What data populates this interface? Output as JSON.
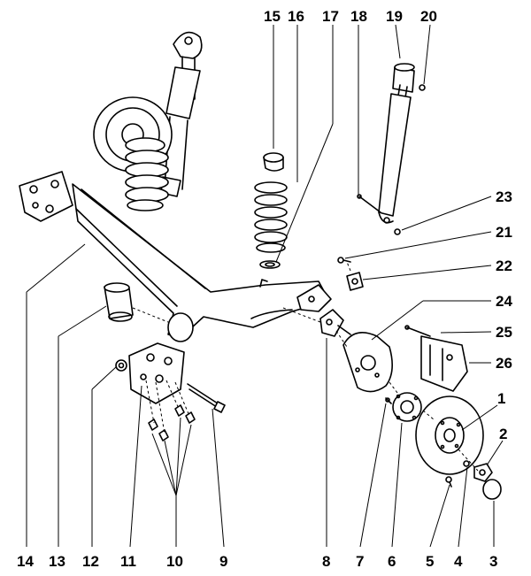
{
  "diagram": {
    "labels": [
      {
        "id": "1",
        "text": "1"
      },
      {
        "id": "2",
        "text": "2"
      },
      {
        "id": "3",
        "text": "3"
      },
      {
        "id": "4",
        "text": "4"
      },
      {
        "id": "5",
        "text": "5"
      },
      {
        "id": "6",
        "text": "6"
      },
      {
        "id": "7",
        "text": "7"
      },
      {
        "id": "8",
        "text": "8"
      },
      {
        "id": "9",
        "text": "9"
      },
      {
        "id": "10",
        "text": "10"
      },
      {
        "id": "11",
        "text": "11"
      },
      {
        "id": "12",
        "text": "12"
      },
      {
        "id": "13",
        "text": "13"
      },
      {
        "id": "14",
        "text": "14"
      },
      {
        "id": "15",
        "text": "15"
      },
      {
        "id": "16",
        "text": "16"
      },
      {
        "id": "17",
        "text": "17"
      },
      {
        "id": "18",
        "text": "18"
      },
      {
        "id": "19",
        "text": "19"
      },
      {
        "id": "20",
        "text": "20"
      },
      {
        "id": "21",
        "text": "21"
      },
      {
        "id": "22",
        "text": "22"
      },
      {
        "id": "23",
        "text": "23"
      },
      {
        "id": "24",
        "text": "24"
      },
      {
        "id": "25",
        "text": "25"
      },
      {
        "id": "26",
        "text": "26"
      }
    ]
  }
}
